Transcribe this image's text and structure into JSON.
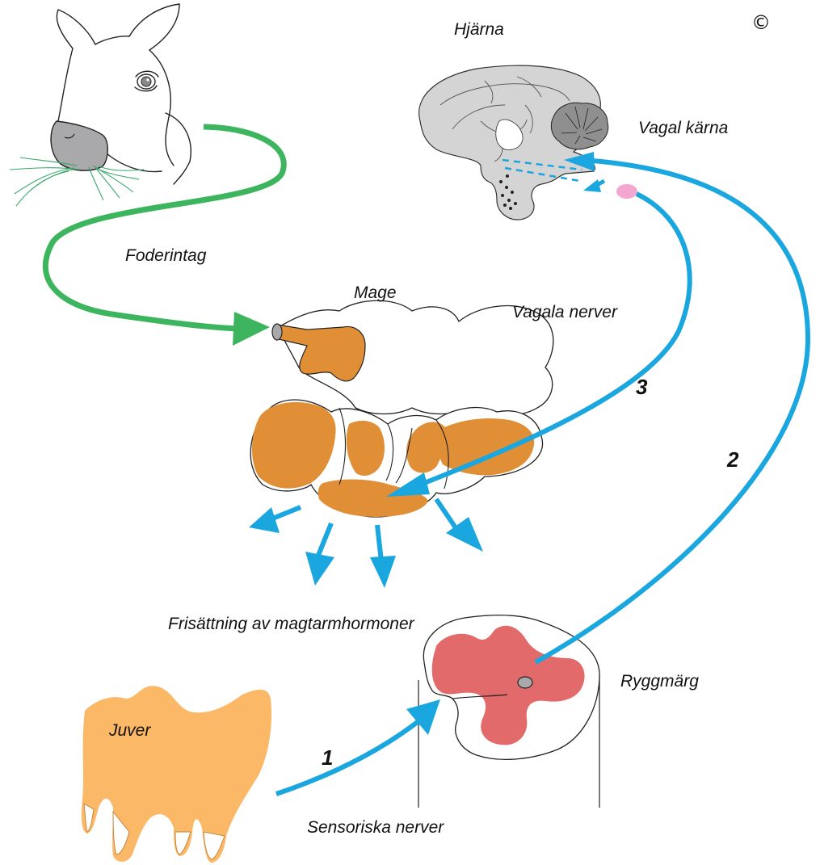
{
  "copyright": "©",
  "labels": {
    "brain": "Hjärna",
    "vagal_nucleus": "Vagal kärna",
    "feed_intake": "Foderintag",
    "stomach": "Mage",
    "vagal_nerves": "Vagala nerver",
    "hormone_release": "Frisättning av magtarmhormoner",
    "spinal_cord": "Ryggmärg",
    "udder": "Juver",
    "sensory_nerves": "Sensoriska nerver"
  },
  "steps": {
    "step1": "1",
    "step2": "2",
    "step3": "3"
  },
  "colors": {
    "feed_arrow": "#3cb55e",
    "nerve_arrow": "#1aa6df",
    "stomach_content": "#e08f36",
    "udder": "#fbb867",
    "spinal_grey": "#e26a6a",
    "brain": "#d4d4d4",
    "muzzle": "#a9a9ab",
    "grass": "#3aa86a",
    "vagal_nucleus_dot": "#f3a6cf"
  },
  "icons": {
    "cow": "cow-head-illustration",
    "brain": "brain-section-illustration",
    "stomach": "ruminant-stomach-illustration",
    "spinal_cord": "spinal-cord-section-illustration",
    "udder": "udder-illustration"
  }
}
